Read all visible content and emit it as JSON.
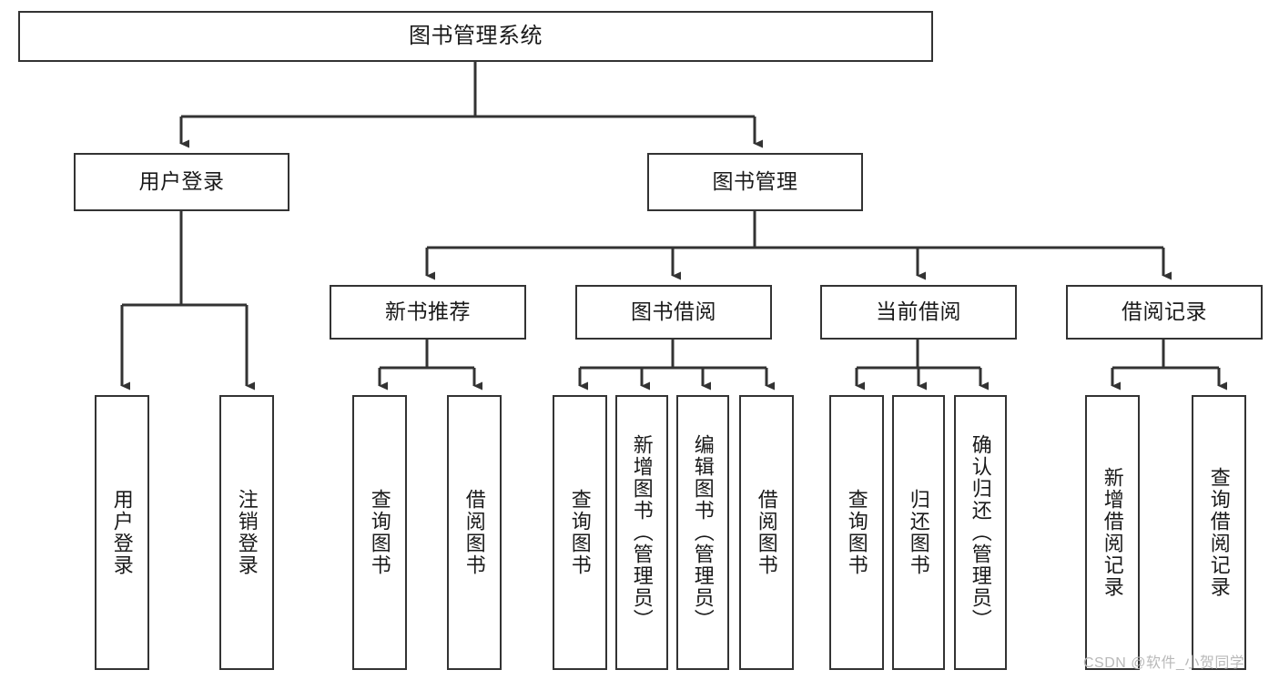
{
  "diagram": {
    "title": "图书管理系统",
    "type": "tree-hierarchy-chart",
    "root": {
      "label": "图书管理系统"
    },
    "level2": [
      {
        "label": "用户登录"
      },
      {
        "label": "图书管理"
      }
    ],
    "level3": [
      {
        "label": "新书推荐"
      },
      {
        "label": "图书借阅"
      },
      {
        "label": "当前借阅"
      },
      {
        "label": "借阅记录"
      }
    ],
    "leaves": {
      "user_login": [
        {
          "label": "用户登录"
        },
        {
          "label": "注销登录"
        }
      ],
      "new_book_recommend": [
        {
          "label": "查询图书"
        },
        {
          "label": "借阅图书"
        }
      ],
      "book_borrow": [
        {
          "label": "查询图书"
        },
        {
          "label": "新增图书（管理员）"
        },
        {
          "label": "编辑图书（管理员）"
        },
        {
          "label": "借阅图书"
        }
      ],
      "current_borrow": [
        {
          "label": "查询图书"
        },
        {
          "label": "归还图书"
        },
        {
          "label": "确认归还（管理员）"
        }
      ],
      "borrow_record": [
        {
          "label": "新增借阅记录"
        },
        {
          "label": "查询借阅记录"
        }
      ]
    }
  },
  "watermark": {
    "text": "CSDN @软件_小贺同学"
  },
  "colors": {
    "border": "#333333",
    "text": "#1a1a1a",
    "background": "#ffffff",
    "watermark": "#b9b9b9"
  }
}
